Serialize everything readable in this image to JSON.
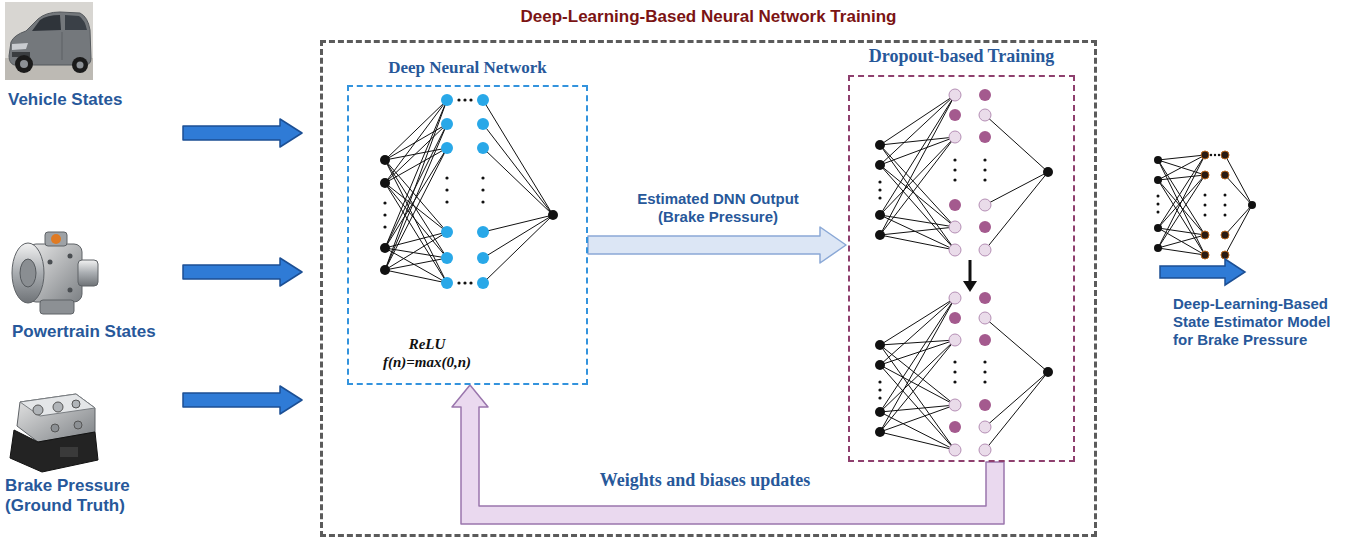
{
  "diagram": {
    "nodes": [
      {
        "text": [
          "Vehicle States"
        ]
      },
      {
        "text": [
          "Powertrain States"
        ]
      },
      {
        "text": [
          "Brake Pressure (Ground Truth)"
        ]
      },
      {
        "text": [
          "Deep-Learning-Based Neural Network Training"
        ]
      },
      {
        "text": [
          "Deep Neural Network",
          "ReLU f(n)=max(0,n)"
        ],
        "in": 3
      },
      {
        "text": [
          "Dropout-based Training"
        ],
        "in": 3
      },
      {
        "text": [
          "Deep-Learning-Based State Estimator Model for Brake Pressure"
        ]
      }
    ],
    "edges": [
      {
        "from": 0,
        "to": 3,
        "arrow": "to"
      },
      {
        "from": 1,
        "to": 3,
        "arrow": "to"
      },
      {
        "from": 2,
        "to": 3,
        "arrow": "to"
      },
      {
        "from": 4,
        "to": 5,
        "label": "Estimated DNN Output (Brake Pressure)",
        "arrow": "to"
      },
      {
        "from": 5,
        "to": 4,
        "label": "Weights and biases updates",
        "arrow": "to"
      }
    ]
  }
}
